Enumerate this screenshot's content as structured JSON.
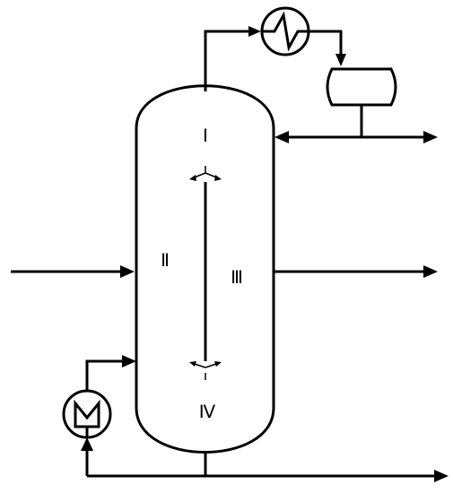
{
  "diagram": {
    "type": "dividing-wall-column-schematic",
    "line_color": "#000000",
    "background_color": "#ffffff",
    "components": {
      "column": "distillation-column",
      "condenser": "overhead-condenser",
      "reflux_drum": "reflux-drum",
      "reboiler": "bottom-reboiler",
      "dividing_wall": "internal-dividing-wall"
    },
    "section_labels": {
      "top": "Ⅰ",
      "feed_side": "Ⅱ",
      "side_draw": "Ⅲ",
      "bottom": "Ⅳ"
    }
  }
}
